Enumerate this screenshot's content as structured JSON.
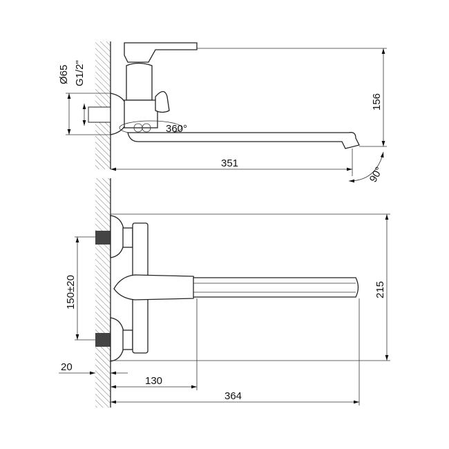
{
  "labels": {
    "diameter": "Ø65",
    "thread": "G1/2\"",
    "rotation": "360°",
    "height_top": "156",
    "spout_length": "351",
    "spout_angle": "90°",
    "inlet_spacing": "150±20",
    "height_front": "215",
    "wall_offset": "20",
    "body_depth": "130",
    "total_length": "364"
  }
}
